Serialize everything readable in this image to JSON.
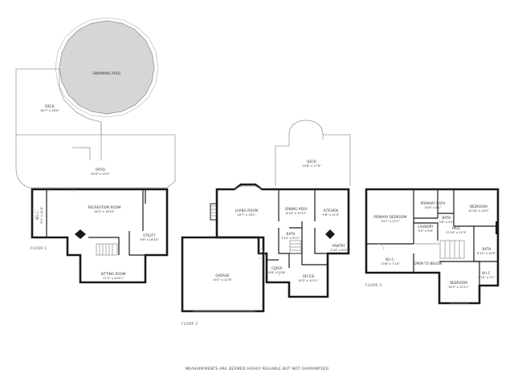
{
  "floors": [
    {
      "label": "FLOOR 1"
    },
    {
      "label": "FLOOR 2"
    },
    {
      "label": "FLOOR 3"
    }
  ],
  "rooms": {
    "swimming_pool": {
      "name": "SWIMMING POOL"
    },
    "deck1": {
      "name": "DECK",
      "dim": "30'7\" x 16'0\""
    },
    "patio": {
      "name": "PATIO",
      "dim": "45'4\" x 15'2\""
    },
    "recreation": {
      "name": "RECREATION ROOM",
      "dim": "28'2\" x 16'10\""
    },
    "wic_f1": {
      "name": "W.I.C.",
      "dim": "6'1\" x 12'4\""
    },
    "utility": {
      "name": "UTILITY",
      "dim": "9'8\" x 16'10\""
    },
    "sitting": {
      "name": "SITTING ROOM",
      "dim": "17'2\" x 10'11\""
    },
    "deck2": {
      "name": "DECK",
      "dim": "20'6\" x 17'8\""
    },
    "living": {
      "name": "LIVING ROOM",
      "dim": "16'7\" x 16'1\""
    },
    "dining": {
      "name": "DINING AREA",
      "dim": "8'10\" x 10'11\""
    },
    "kitchen": {
      "name": "KITCHEN",
      "dim": "9'6\" x 12'3\""
    },
    "bath_f2": {
      "name": "BATH",
      "dim": "5'10\" x 6'11\""
    },
    "pantry": {
      "name": "PANTRY",
      "dim": "5'10\" x 6'3\""
    },
    "garage": {
      "name": "GARAGE",
      "dim": "20'2\" x 21'8\""
    },
    "foyer": {
      "name": "FOYER",
      "dim": "6'8\" x 13'8\""
    },
    "office": {
      "name": "OFFICE",
      "dim": "10'2\" x 10'11\""
    },
    "primary_bedroom": {
      "name": "PRIMARY BEDROOM",
      "dim": "14'7\" x 15'7\""
    },
    "primary_bath": {
      "name": "PRIMARY BATH",
      "dim": "10'0\" x 8'1\""
    },
    "bedroom_top": {
      "name": "BEDROOM",
      "dim": "10'10\" x 10'5\""
    },
    "bath_mid": {
      "name": "BATH",
      "dim": "5'8\" x 5'1\""
    },
    "laundry": {
      "name": "LAUNDRY",
      "dim": "5'0\" x 9'8\""
    },
    "hall": {
      "name": "HALL",
      "dim": "12'10\" x 12'3\""
    },
    "bath_right": {
      "name": "BATH",
      "dim": "8'10\" x 10'5\""
    },
    "wic_f3": {
      "name": "W.I.C.",
      "dim": "13'8\" x 7'10\""
    },
    "open_below": {
      "name": "OPEN TO BELOW"
    },
    "wic_small": {
      "name": "W.I.C.",
      "dim": "5'10\" x 5'1\""
    },
    "bedroom_bottom": {
      "name": "BEDROOM",
      "dim": "16'2\" x 10'11\""
    }
  },
  "footer": {
    "text": "MEASUREMENTS ARE DEEMED HIGHLY RELIABLE BUT NOT GUARANTEED"
  }
}
